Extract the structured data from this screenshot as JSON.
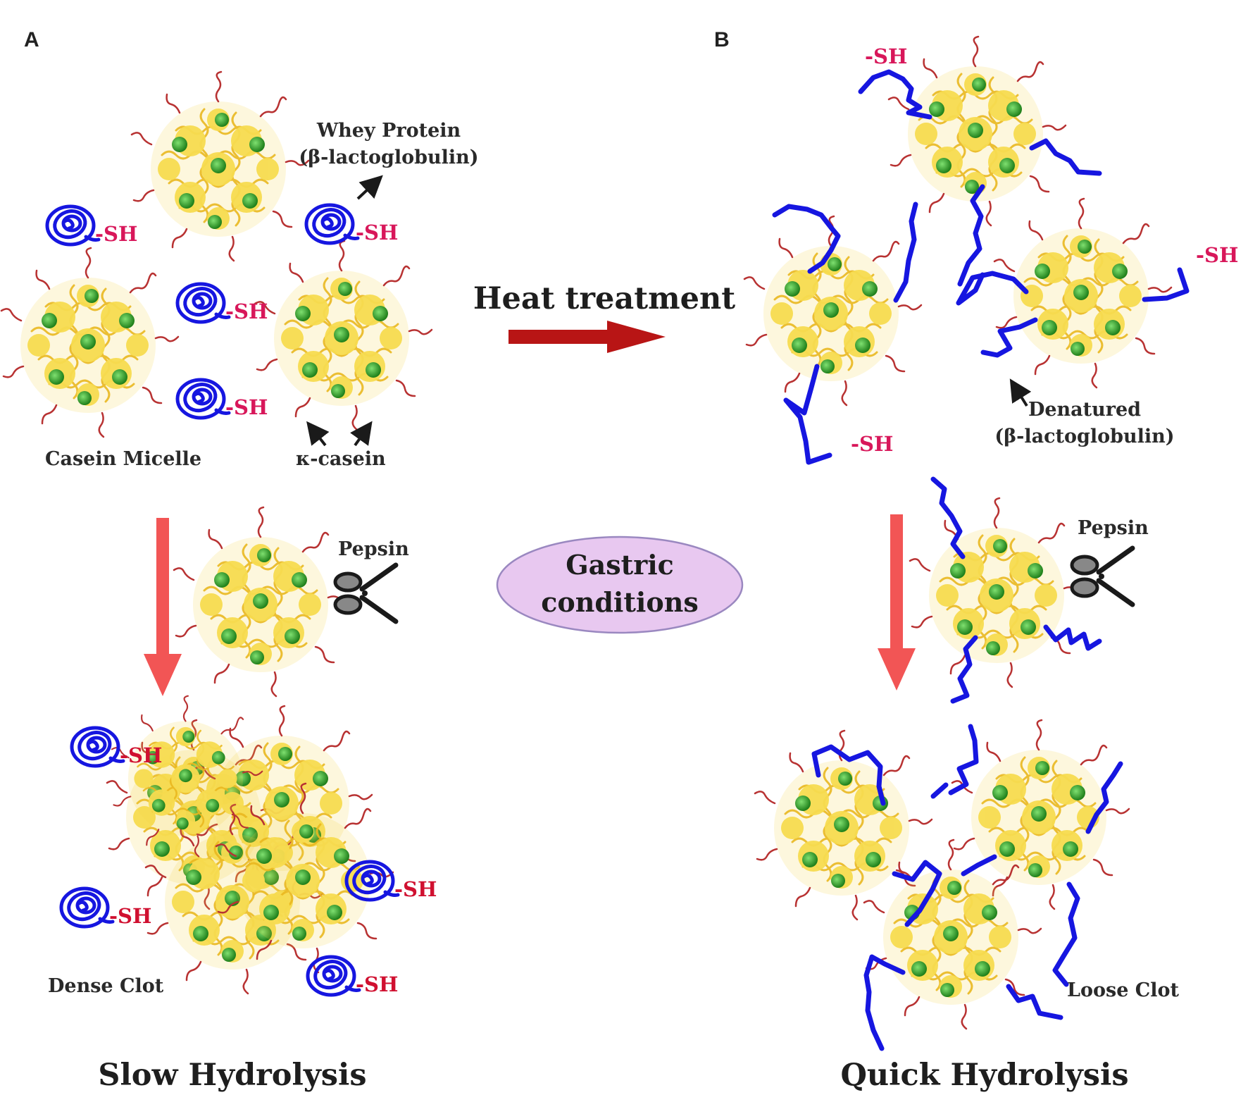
{
  "panels": {
    "a": "A",
    "b": "B"
  },
  "labels": {
    "whey_protein_line1": "Whey Protein",
    "whey_protein_line2": "(β-lactoglobulin)",
    "casein_micelle": "Casein Micelle",
    "kappa_casein": "κ-casein",
    "heat_treatment": "Heat treatment",
    "denatured_line1": "Denatured",
    "denatured_line2": "(β-lactoglobulin)",
    "pepsin": "Pepsin",
    "gastric_line1": "Gastric",
    "gastric_line2": "conditions",
    "dense_clot": "Dense Clot",
    "loose_clot": "Loose Clot",
    "slow_hydrolysis": "Slow Hydrolysis",
    "quick_hydrolysis": "Quick Hydrolysis",
    "sh": "SH",
    "sh_dash": "-SH"
  },
  "colors": {
    "micelle_fill": "#f6d040",
    "micelle_core": "#2a9a24",
    "kappa_casein": "#b83232",
    "whey_protein": "#1616e0",
    "sh_text": "#d8175a",
    "heat_arrow": "#b81515",
    "gastric_arrow": "#f25555",
    "gastric_ellipse": "#e8c8f0"
  },
  "icons": [
    "scissors-icon",
    "coiled-protein-icon",
    "denatured-strand-icon",
    "casein-micelle-icon"
  ]
}
